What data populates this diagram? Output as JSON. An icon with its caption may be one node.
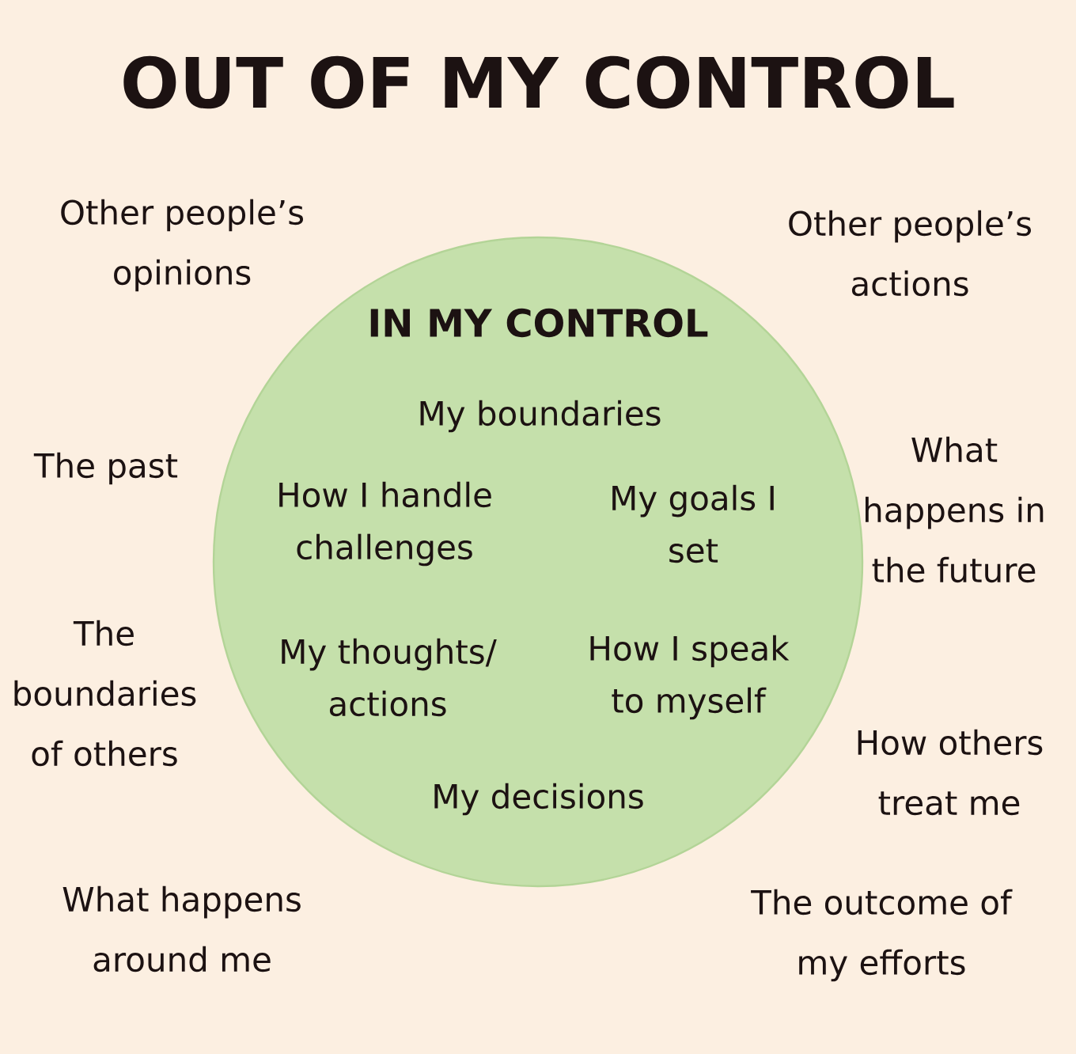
{
  "diagram": {
    "title": "OUT OF MY CONTROL",
    "nodes": [
      {
        "text": [
          "IN MY CONTROL",
          "My boundaries",
          "How I handle challenges",
          "My goals I set",
          "My thoughts/ actions",
          "How I speak to myself",
          "My decisions"
        ]
      }
    ],
    "labels": [
      "Other people’s opinions",
      "Other people’s actions",
      "The past",
      "What happens in the future",
      "The boundaries of others",
      "How others treat me",
      "What happens around me",
      "The outcome of my efforts"
    ]
  }
}
